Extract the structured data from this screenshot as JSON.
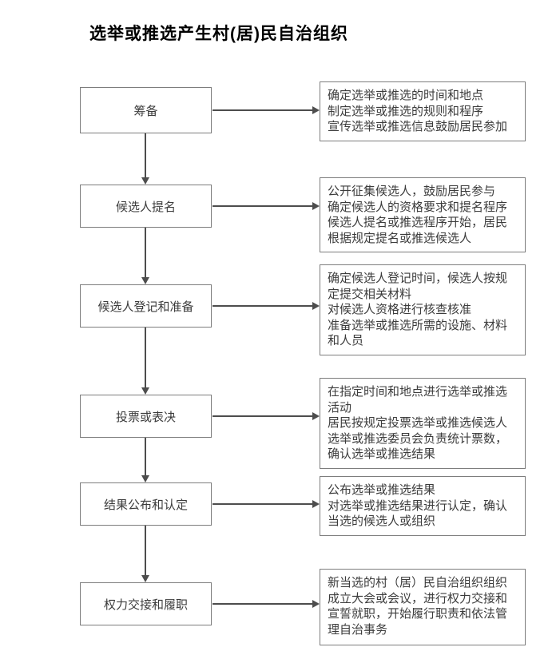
{
  "title": "选举或推选产生村(居)民自治组织",
  "colors": {
    "background": "#ffffff",
    "box_border": "#7d7d7d",
    "arrow": "#4d4d4d",
    "text": "#3c3c3c",
    "title": "#000000"
  },
  "steps": [
    {
      "label": "筹备",
      "details": [
        "确定选举或推选的时间和地点",
        "制定选举或推选的规则和程序",
        "宣传选举或推选信息鼓励居民参加"
      ]
    },
    {
      "label": "候选人提名",
      "details": [
        "公开征集候选人，鼓励居民参与",
        "确定候选人的资格要求和提名程序",
        "候选人提名或推选程序开始，居民根据规定提名或推选候选人"
      ]
    },
    {
      "label": "候选人登记和准备",
      "details": [
        "确定候选人登记时间，候选人按规定提交相关材料",
        "对候选人资格进行核查核准",
        "准备选举或推选所需的设施、材料和人员"
      ]
    },
    {
      "label": "投票或表决",
      "details": [
        "在指定时间和地点进行选举或推选活动",
        "居民按规定投票选举或推选候选人",
        "选举或推选委员会负责统计票数，确认选举或推选结果"
      ]
    },
    {
      "label": "结果公布和认定",
      "details": [
        "公布选举或推选结果",
        "对选举或推选结果进行认定，确认当选的候选人或组织"
      ]
    },
    {
      "label": "权力交接和履职",
      "details": [
        "新当选的村（居）民自治组织组织成立大会或会议，进行权力交接和宣誓就职，开始履行职责和依法管理自治事务"
      ]
    }
  ]
}
